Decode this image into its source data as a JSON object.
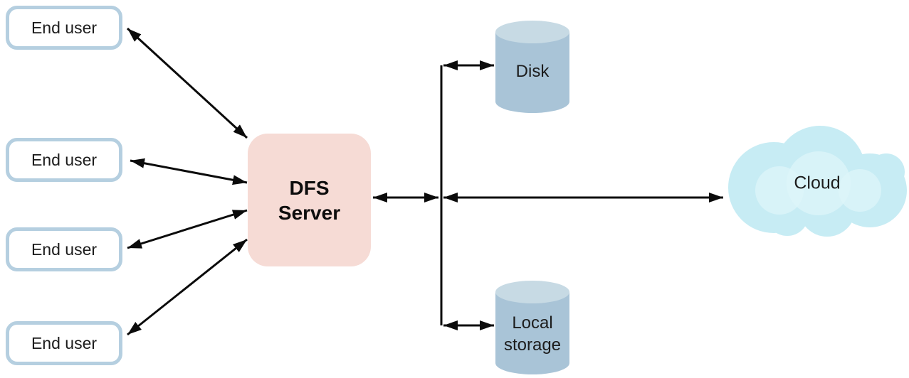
{
  "diagram": {
    "nodes": {
      "end_users": [
        {
          "label": "End user"
        },
        {
          "label": "End user"
        },
        {
          "label": "End user"
        },
        {
          "label": "End user"
        }
      ],
      "server": {
        "label": "DFS Server"
      },
      "disk": {
        "label": "Disk"
      },
      "local_storage": {
        "label": "Local storage"
      },
      "cloud": {
        "label": "Cloud"
      }
    },
    "colors": {
      "background": "#ffffff",
      "end_user_border": "#b5cfe0",
      "end_user_fill": "#ffffff",
      "server_fill": "#f6dbd5",
      "cylinder_body": "#a9c4d7",
      "cylinder_top": "#c7dae4",
      "cloud_fill": "#c7ecf4",
      "cloud_highlight": "#ddf5f9",
      "arrow": "#0b0b0b",
      "text": "#1c1c1c"
    }
  }
}
